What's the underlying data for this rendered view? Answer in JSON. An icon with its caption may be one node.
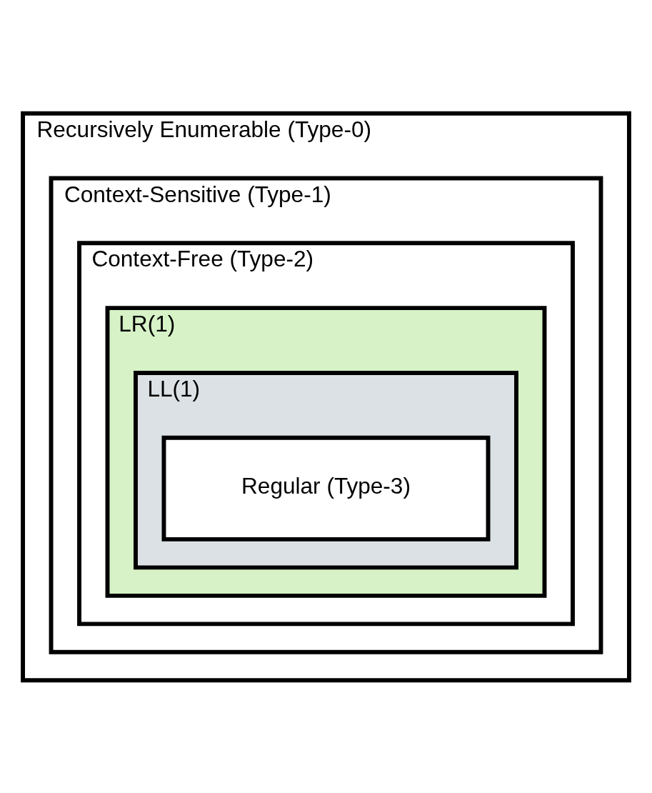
{
  "diagram": {
    "nodes": [
      {
        "text": [
          "Recursively Enumerable (Type-0)"
        ]
      },
      {
        "text": [
          "Context-Sensitive (Type-1)"
        ],
        "in": 0
      },
      {
        "text": [
          "Context-Free (Type-2)"
        ],
        "in": 1
      },
      {
        "text": [
          "LR(1)"
        ],
        "in": 2
      },
      {
        "text": [
          "LL(1)"
        ],
        "in": 3
      },
      {
        "text": [
          "Regular (Type-3)"
        ],
        "in": 4
      }
    ]
  }
}
